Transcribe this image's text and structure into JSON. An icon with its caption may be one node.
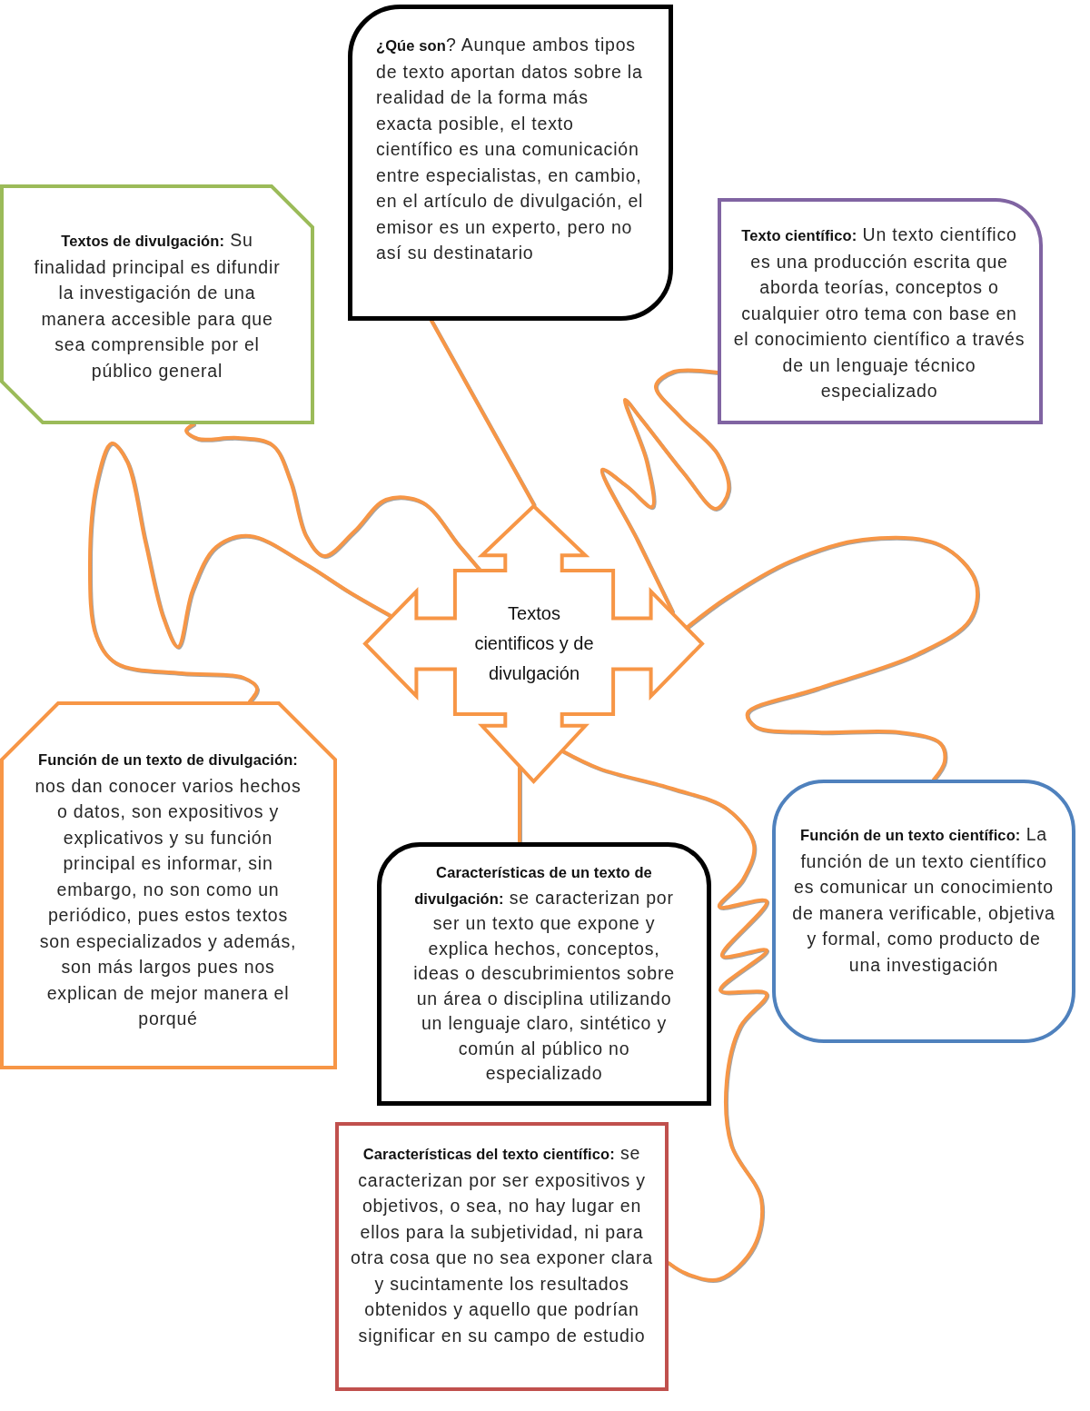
{
  "diagram": {
    "nodes": [
      {
        "text": [
          "Textos cientificos y de divulgación"
        ]
      },
      {
        "text": [
          "**¿Qúe son**? Aunque ambos tipos de texto aportan datos sobre la realidad de la forma más exacta posible, el texto científico es una comunicación entre especialistas, en cambio, en el artículo de divulgación, el emisor es un experto, pero no así su destinatario"
        ]
      },
      {
        "text": [
          "**Textos de divulgación:** Su finalidad principal es difundir la investigación de una manera accesible para que sea comprensible por el público general"
        ]
      },
      {
        "text": [
          "**Texto científico:** Un texto científico es una producción escrita que aborda teorías, conceptos o cualquier otro tema con base en el conocimiento científico a través de un lenguaje técnico especializado"
        ]
      },
      {
        "text": [
          "**Función de un texto de divulgación:** nos dan conocer varios hechos o datos, son expositivos y explicativos y su función principal es informar, sin embargo, no son como un periódico, pues estos textos son especializados y además, son más largos pues nos explican de mejor manera el porqué"
        ]
      },
      {
        "text": [
          "**Función de un texto científico:** La función de un texto científico es comunicar un conocimiento de manera verificable, objetiva y formal, como producto de una investigación"
        ]
      },
      {
        "text": [
          "**Características de un texto de divulgación:** se caracterizan por ser un texto que expone y explica hechos, conceptos, ideas o descubrimientos sobre un área o disciplina utilizando un lenguaje claro, sintético y común al público no especializado"
        ]
      },
      {
        "text": [
          "**Características del texto científico:** se caracterizan por ser expositivos y objetivos, o sea, no hay lugar en ellos para la subjetividad, ni para otra cosa que no sea exponer clara y sucintamente los resultados obtenidos y aquello que podrían significar en su campo de estudio"
        ]
      }
    ],
    "edges": [
      {
        "from": 0,
        "to": 1,
        "arrow": "none"
      },
      {
        "from": 0,
        "to": 2,
        "arrow": "none"
      },
      {
        "from": 0,
        "to": 3,
        "arrow": "none"
      },
      {
        "from": 0,
        "to": 4,
        "arrow": "none"
      },
      {
        "from": 0,
        "to": 5,
        "arrow": "none"
      },
      {
        "from": 0,
        "to": 6,
        "arrow": "none"
      },
      {
        "from": 0,
        "to": 7,
        "arrow": "none"
      }
    ]
  }
}
